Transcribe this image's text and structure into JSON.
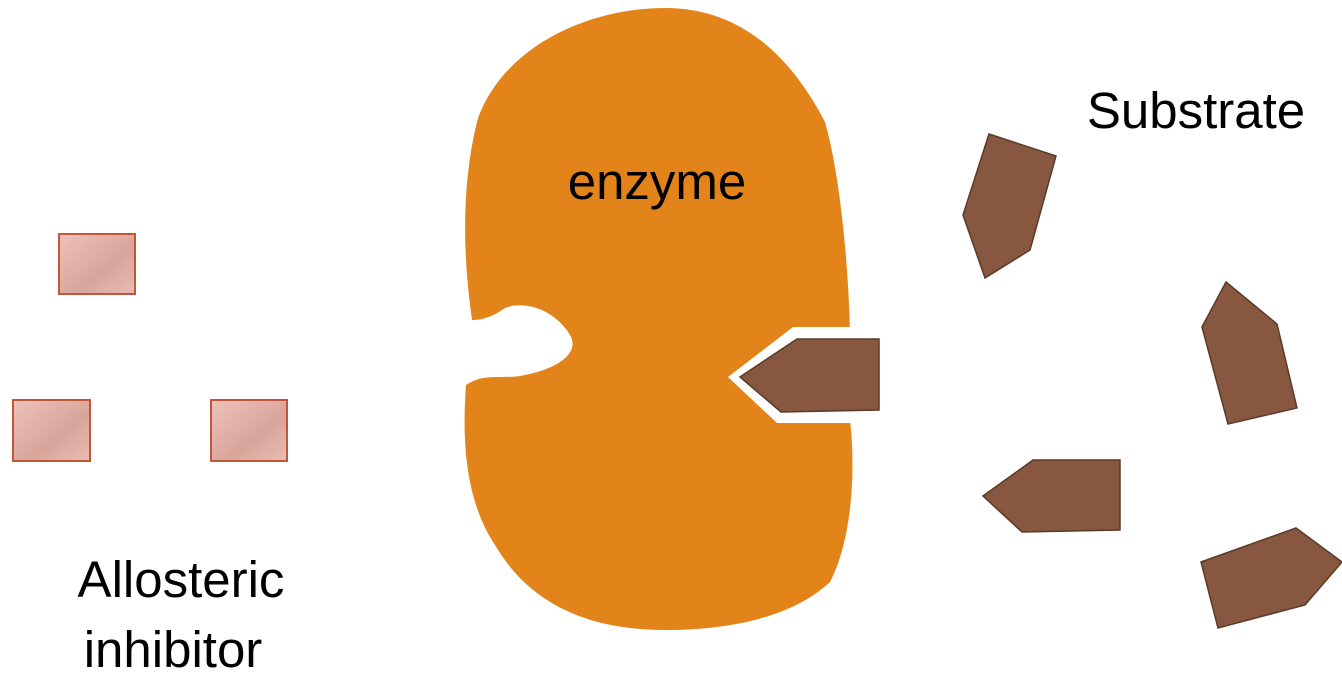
{
  "labels": {
    "enzyme": "enzyme",
    "substrate": "Substrate",
    "inhibitor_line1": "Allosteric",
    "inhibitor_line2": "inhibitor"
  },
  "colors": {
    "enzyme": "#e3841a",
    "substrate": "#87573f",
    "substrate_stroke": "#5a3a28",
    "inhibitor_fill": "#e6b3aa",
    "inhibitor_stroke": "#c0573b",
    "text": "#000000"
  }
}
